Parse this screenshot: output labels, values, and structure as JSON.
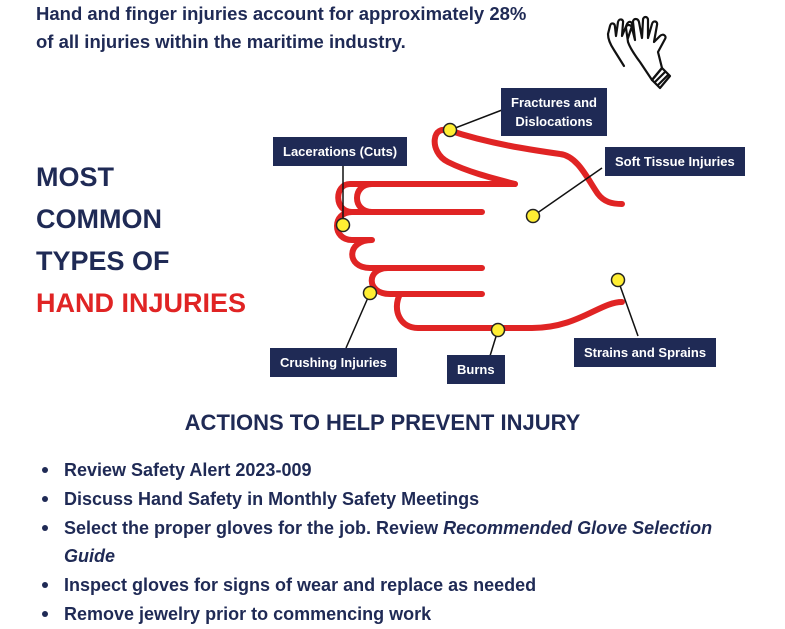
{
  "intro": {
    "line1": "Hand and finger injuries account for approximately 28%",
    "line2": "of all injuries within the maritime industry."
  },
  "headline": {
    "line1": "MOST",
    "line2": "COMMON",
    "line3": "TYPES OF",
    "line4": "HAND INJURIES"
  },
  "diagram": {
    "labels": {
      "fractures_line1": "Fractures and",
      "fractures_line2": "Dislocations",
      "lacerations": "Lacerations (Cuts)",
      "soft_tissue": "Soft Tissue Injuries",
      "crushing": "Crushing Injuries",
      "burns": "Burns",
      "strains": "Strains and Sprains"
    },
    "icons": {
      "header": "gloves-icon"
    }
  },
  "actions": {
    "title": "ACTIONS TO HELP PREVENT INJURY",
    "items": [
      {
        "text": "Review Safety Alert 2023-009"
      },
      {
        "text": "Discuss Hand Safety in Monthly Safety Meetings"
      },
      {
        "text": "Select the proper gloves for the job. Review ",
        "emphasis": "Recommended Glove Selection Guide"
      },
      {
        "text": "Inspect gloves for signs of wear and replace as needed"
      },
      {
        "text": "Remove jewelry prior to commencing work"
      }
    ]
  },
  "colors": {
    "navy": "#1f2a55",
    "red": "#e02424",
    "marker": "#ffee33"
  }
}
